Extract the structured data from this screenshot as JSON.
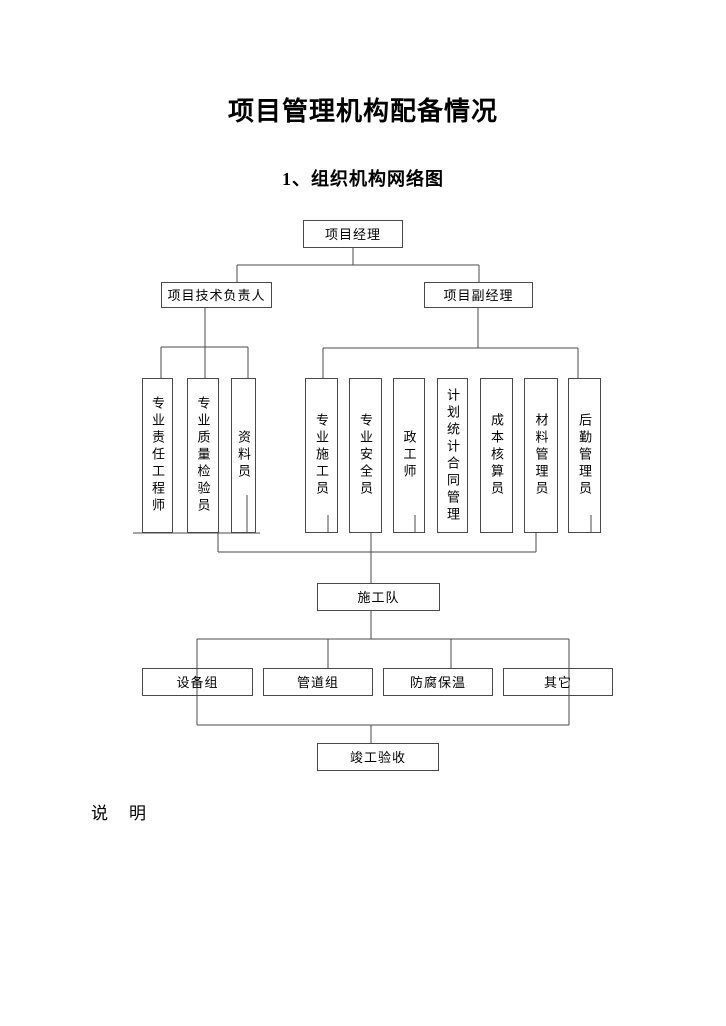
{
  "page": {
    "title": "项目管理机构配备情况",
    "subtitle": "1、组织机构网络图",
    "note_label": "说　明"
  },
  "org_chart": {
    "root": "项目经理",
    "tech_lead": "项目技术负责人",
    "deputy_manager": "项目副经理",
    "tech_staff": [
      "专业责任工程师",
      "专业质量检验员",
      "资料员"
    ],
    "deputy_staff": [
      "专业施工员",
      "专业安全员",
      "政工师",
      "计划统计合同管理",
      "成本核算员",
      "材料管理员",
      "后勤管理员"
    ],
    "construction_team": "施工队",
    "work_groups": [
      "设备组",
      "管道组",
      "防腐保温",
      "其它"
    ],
    "final_node": "竣工验收",
    "colors": {
      "line": "#4a4a4a",
      "border": "#4a4a4a",
      "text": "#000000",
      "page_background": "#ffffff"
    }
  }
}
